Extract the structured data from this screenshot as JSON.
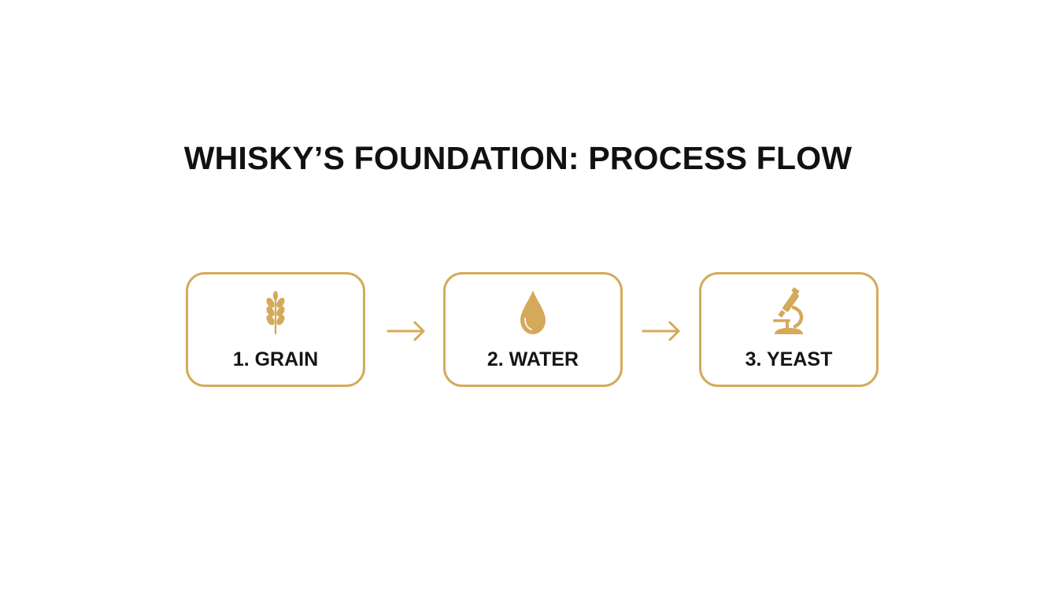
{
  "title": "WHISKY’S FOUNDATION: PROCESS FLOW",
  "colors": {
    "accent": "#d4aa5a",
    "text": "#151515",
    "background": "#ffffff"
  },
  "steps": [
    {
      "label": "1. GRAIN",
      "icon": "wheat-icon"
    },
    {
      "label": "2. WATER",
      "icon": "water-drop-icon"
    },
    {
      "label": "3. YEAST",
      "icon": "microscope-icon"
    }
  ],
  "connectors": [
    {
      "from": "1. GRAIN",
      "to": "2. WATER",
      "icon": "arrow-right-icon"
    },
    {
      "from": "2. WATER",
      "to": "3. YEAST",
      "icon": "arrow-right-icon"
    }
  ]
}
